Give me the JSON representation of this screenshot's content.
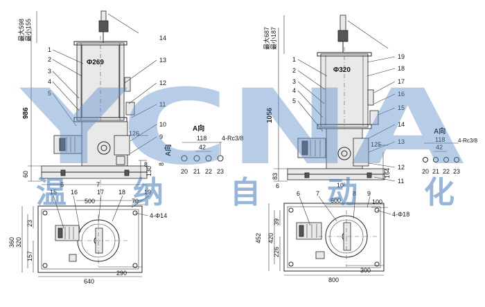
{
  "watermark": {
    "latin": "YCNA",
    "chinese": [
      "温",
      "纳",
      "自",
      "动",
      "化"
    ],
    "color": "#5f8fc7"
  },
  "left": {
    "dia_main": "Φ269",
    "vertical_dims": {
      "max": "最大598",
      "min": "最小155",
      "height": "986",
      "d60": "60",
      "d130": "130",
      "d8": "8"
    },
    "part_labels": [
      "1",
      "2",
      "3",
      "4",
      "5",
      "6",
      "7",
      "8",
      "9",
      "10",
      "11",
      "12",
      "13",
      "14"
    ],
    "d126": "126",
    "a_view": {
      "label": "A向",
      "d118": "118",
      "d42": "42",
      "rc": "4-Rc3/8",
      "ports": [
        "20",
        "21",
        "22",
        "23"
      ]
    },
    "a_arrow": "A向",
    "plan": {
      "part_labels": [
        "15",
        "16",
        "17",
        "18",
        "19"
      ],
      "d500": "500",
      "d70": "70",
      "hole": "4-Φ14",
      "d23": "23",
      "d360": "360",
      "d320": "320",
      "d157": "157",
      "d290": "290",
      "d640": "640"
    }
  },
  "right": {
    "dia_main": "Φ320",
    "vertical_dims": {
      "max": "最大687",
      "min": "最小187",
      "height": "1056",
      "d83": "83",
      "d6": "6",
      "d164": "164"
    },
    "part_labels": [
      "1",
      "2",
      "3",
      "4",
      "5",
      "10",
      "11",
      "12",
      "13",
      "14",
      "15",
      "16",
      "17",
      "18",
      "19"
    ],
    "d125": "125",
    "a_view": {
      "label": "A向",
      "d118": "118",
      "d42": "42",
      "rc": "4-Rc3/8",
      "ports": [
        "20",
        "21",
        "22",
        "23"
      ]
    },
    "plan": {
      "part_labels": [
        "6",
        "7",
        "8",
        "9"
      ],
      "d600": "600",
      "d100": "100",
      "hole": "4-Φ18",
      "d39": "39",
      "d452": "452",
      "d420": "420",
      "d226": "226",
      "d300": "300",
      "d800": "800"
    }
  }
}
